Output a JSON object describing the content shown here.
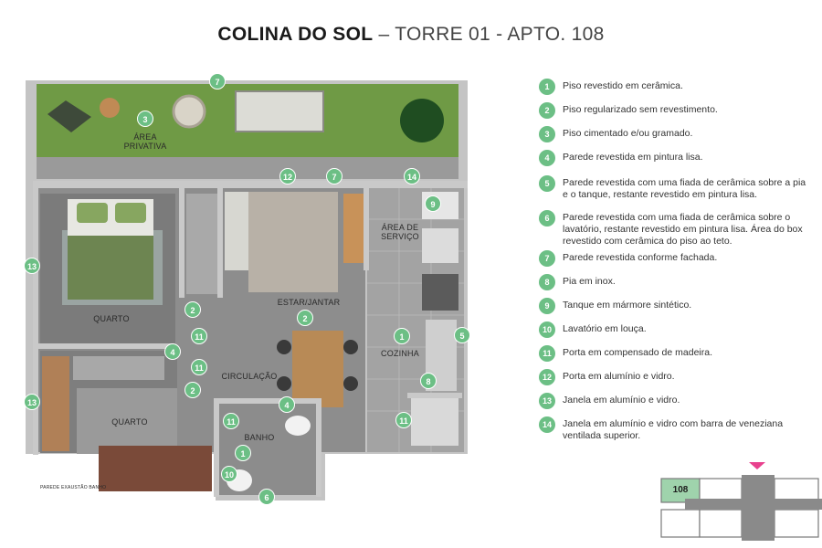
{
  "title": {
    "bold": "COLINA DO SOL",
    "dash": " – ",
    "light": "TORRE 01 - APTO. 108"
  },
  "rooms": {
    "area_privativa": "ÁREA\nPRIVATIVA",
    "quarto1": "QUARTO",
    "quarto2": "QUARTO",
    "estar": "ESTAR/JANTAR",
    "area_servico": "ÁREA DE\nSERVIÇO",
    "cozinha": "COZINHA",
    "circulacao": "CIRCULAÇÃO",
    "banho": "BANHO",
    "note": "PAREDE EXAUSTÃO BANHO"
  },
  "markers": [
    "7",
    "3",
    "12",
    "7",
    "14",
    "9",
    "13",
    "2",
    "2",
    "11",
    "4",
    "11",
    "2",
    "1",
    "5",
    "8",
    "13",
    "11",
    "11",
    "4",
    "1",
    "10",
    "6"
  ],
  "legend": [
    {
      "num": "1",
      "text": "Piso revestido em cerâmica."
    },
    {
      "num": "2",
      "text": "Piso regularizado sem revestimento."
    },
    {
      "num": "3",
      "text": "Piso cimentado e/ou gramado."
    },
    {
      "num": "4",
      "text": "Parede revestida em pintura lisa."
    },
    {
      "num": "5",
      "text": "Parede revestida com uma fiada de cerâmica sobre a pia e o tanque, restante revestido em pintura lisa."
    },
    {
      "num": "6",
      "text": "Parede revestida com uma fiada de cerâmica sobre o lavatório, restante revestido em pintura lisa. Área do box revestido com cerâmica do piso ao teto."
    },
    {
      "num": "7",
      "text": "Parede revestida conforme fachada."
    },
    {
      "num": "8",
      "text": "Pia em inox."
    },
    {
      "num": "9",
      "text": "Tanque em mármore sintético."
    },
    {
      "num": "10",
      "text": "Lavatório em louça."
    },
    {
      "num": "11",
      "text": "Porta em compensado de madeira."
    },
    {
      "num": "12",
      "text": "Porta em alumínio e vidro."
    },
    {
      "num": "13",
      "text": "Janela em alumínio e vidro."
    },
    {
      "num": "14",
      "text": "Janela em alumínio e vidro com barra de veneziana ventilada superior."
    }
  ],
  "key_plan": {
    "unit": "108",
    "highlight_color": "#9fd3ac",
    "pointer_color": "#e8418e"
  },
  "colors": {
    "pin": "#6cbf85",
    "grass": "#6f9a45",
    "wall": "#b9b9b9",
    "floor": "#8f8f8f"
  }
}
